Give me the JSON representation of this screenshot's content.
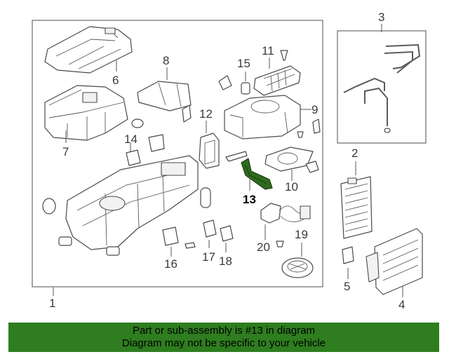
{
  "diagram": {
    "highlighted_part": "13",
    "labels": {
      "p1": "1",
      "p2": "2",
      "p3": "3",
      "p4": "4",
      "p5": "5",
      "p6": "6",
      "p7": "7",
      "p8": "8",
      "p9": "9",
      "p10": "10",
      "p11": "11",
      "p12": "12",
      "p13": "13",
      "p14": "14",
      "p15": "15",
      "p16": "16",
      "p17": "17",
      "p18": "18",
      "p19": "19",
      "p20": "20"
    },
    "highlight_color": "#2e6b1f"
  },
  "banner": {
    "line1": "Part or sub-assembly is #13 in diagram",
    "line2": "Diagram may not be specific to your vehicle",
    "background": "#2e7d1f"
  }
}
